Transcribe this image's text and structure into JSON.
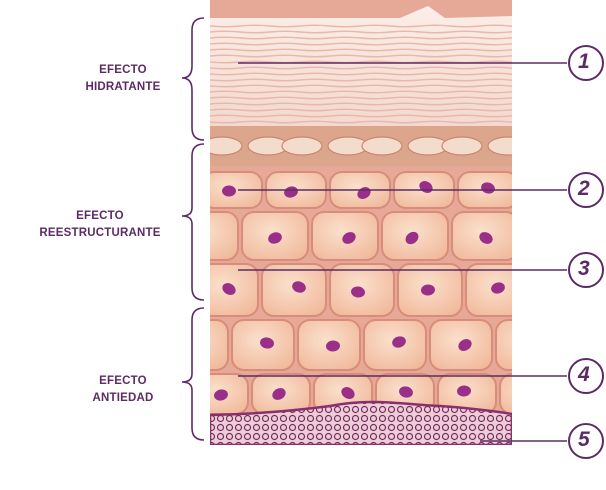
{
  "labels": [
    {
      "line1": "EFECTO",
      "line2": "HIDRATANTE"
    },
    {
      "line1": "EFECTO",
      "line2": "REESTRUCTURANTE"
    },
    {
      "line1": "EFECTO",
      "line2": "ANTIEDAD"
    }
  ],
  "callouts": [
    "1",
    "2",
    "3",
    "4",
    "5"
  ],
  "colors": {
    "accent": "#5c2b66",
    "nucleus": "#9a2f8a",
    "cell": "#f4c8ac",
    "cell_border": "#d98c79",
    "membrane": "#8a2f6e"
  }
}
